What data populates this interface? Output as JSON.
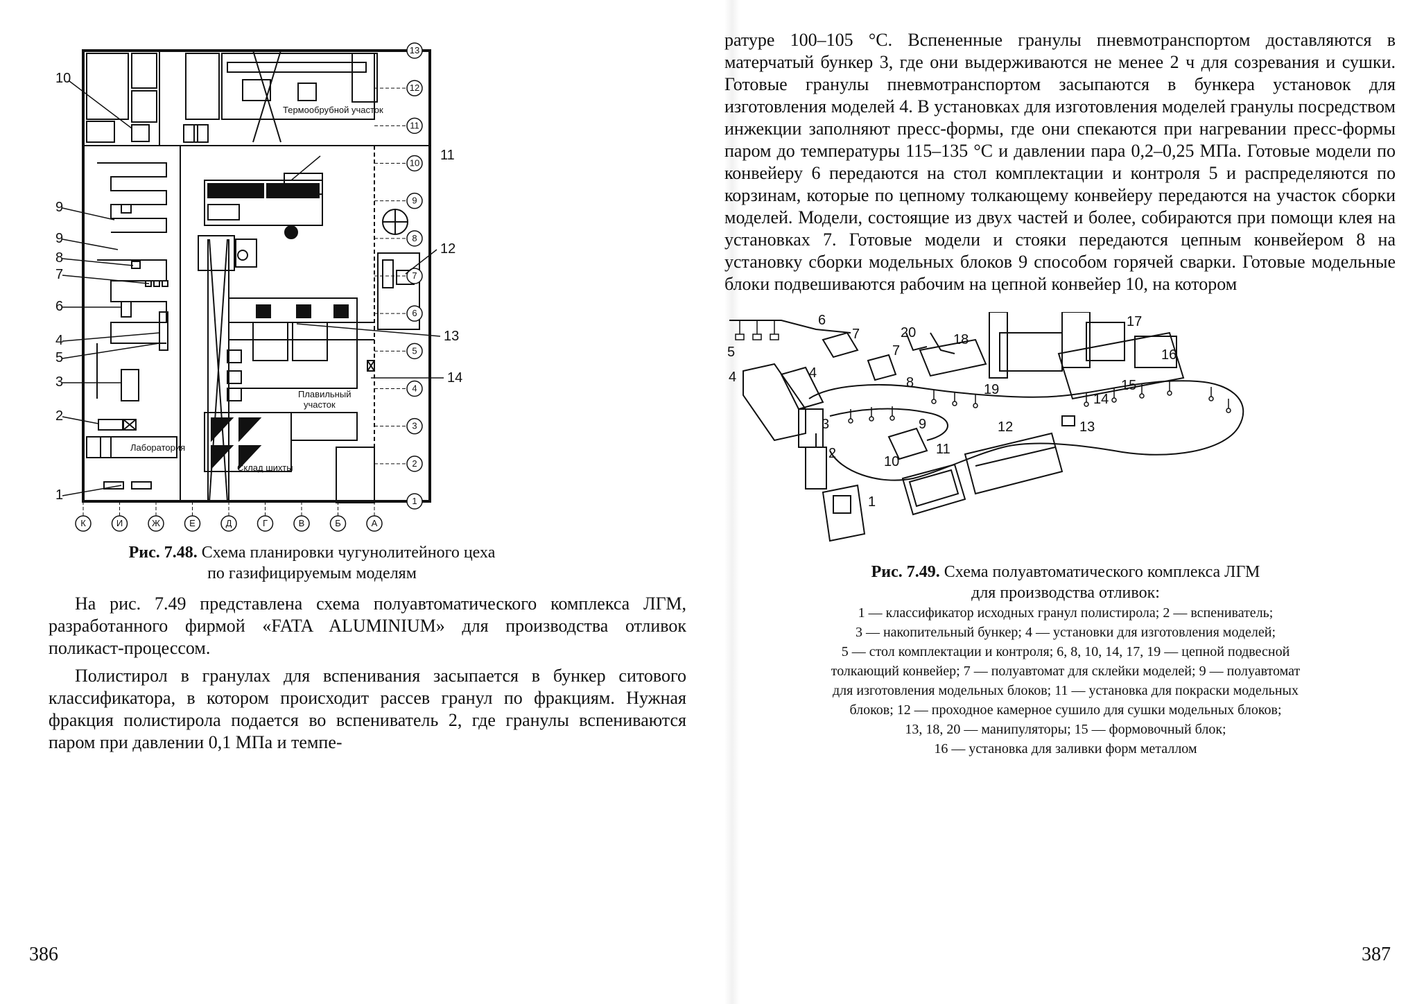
{
  "left_page": {
    "page_number": "386",
    "figure": {
      "callouts": [
        "10",
        "11",
        "9",
        "9",
        "8",
        "7",
        "6",
        "4",
        "5",
        "3",
        "2",
        "1",
        "12",
        "13",
        "14"
      ],
      "area_labels": {
        "thermo": "Термообрубной участок",
        "melting_1": "Плавильный",
        "melting_2": "участок",
        "lab": "Лаборатория",
        "charge": "Склад шихты"
      },
      "axes_right": [
        "13",
        "12",
        "11",
        "10",
        "9",
        "8",
        "7",
        "6",
        "5",
        "4",
        "3",
        "2",
        "1"
      ],
      "axes_bottom": [
        "К",
        "И",
        "Ж",
        "Е",
        "Д",
        "Г",
        "В",
        "Б",
        "А"
      ]
    },
    "caption_bold": "Рис. 7.48.",
    "caption_text": " Схема планировки чугунолитейного цеха",
    "caption_line2": "по газифицируемым моделям",
    "paragraphs": [
      "На рис. 7.49 представлена схема полуавтоматического комплекса ЛГМ, разработанного фирмой «FATA ALUMINIUM» для производства отливок поликаст-процессом.",
      "Полистирол в гранулах для вспенивания засыпается в бункер ситового классификатора, в котором происходит рассев гранул по фракциям. Нужная фракция полистирола подается во вспениватель 2, где гранулы вспениваются паром при давлении 0,1 МПа и темпе-"
    ]
  },
  "right_page": {
    "page_number": "387",
    "paragraph": "ратуре 100–105 °С. Вспененные гранулы пневмотранспортом доставляются в матерчатый бункер 3, где они выдерживаются не менее 2 ч для созревания и сушки. Готовые гранулы пневмотранспортом засыпаются в бункера установок для изготовления моделей 4. В установках для изготовления моделей гранулы посредством инжекции заполняют пресс-формы, где они спекаются при нагревании пресс-формы паром до температуры 115–135 °С и давлении пара 0,2–0,25 МПа. Готовые модели по конвейеру 6 передаются на стол комплектации и контроля 5 и распределяются по корзинам, которые по цепному толкающему конвейеру передаются на участок сборки моделей. Модели, состоящие из двух частей и более, собираются при помощи клея на установках 7. Готовые модели и стояки передаются цепным конвейером 8 на установку сборки модельных блоков 9 способом горячей сварки. Готовые модельные блоки подвешиваются рабочим на цепной конвейер 10, на котором",
    "figure": {
      "callouts": [
        "6",
        "7",
        "5",
        "20",
        "18",
        "17",
        "16",
        "4",
        "4",
        "7",
        "8",
        "19",
        "15",
        "14",
        "3",
        "9",
        "12",
        "13",
        "2",
        "11",
        "10",
        "1"
      ]
    },
    "caption_bold": "Рис. 7.49.",
    "caption_text": " Схема полуавтоматического комплекса ЛГМ",
    "caption_line2": "для производства отливок:",
    "legend_lines": [
      "1 — классификатор исходных гранул полистирола; 2 — вспениватель;",
      "3 — накопительный бункер; 4 — установки для изготовления моделей;",
      "5 — стол комплектации и контроля; 6, 8, 10, 14, 17, 19 — цепной подвесной",
      "толкающий конвейер; 7 — полуавтомат для склейки моделей; 9 — полуавтомат",
      "для изготовления модельных блоков; 11 — установка для покраски модельных",
      "блоков; 12 — проходное камерное сушило для сушки модельных блоков;",
      "13, 18, 20 — манипуляторы; 15 — формовочный блок;",
      "16 — установка для заливки форм металлом"
    ]
  }
}
